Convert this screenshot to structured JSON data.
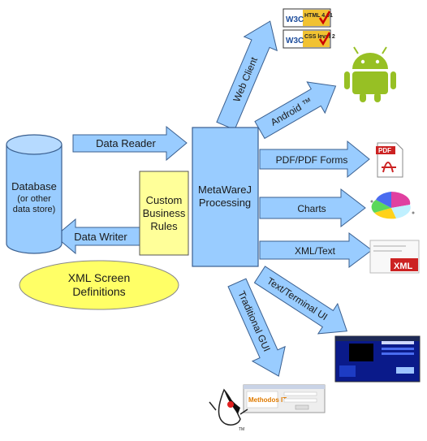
{
  "nodes": {
    "database": [
      "Database",
      "(or other",
      "data store)"
    ],
    "rules": [
      "Custom",
      "Business",
      "Rules"
    ],
    "processing": [
      "MetaWareJ",
      "Processing"
    ],
    "xml_screens": [
      "XML Screen",
      "Definitions"
    ]
  },
  "arrows": {
    "data_reader": "Data Reader",
    "data_writer": "Data Writer",
    "web_client": "Web Client",
    "android": "Android ™",
    "pdf": "PDF/PDF Forms",
    "charts": "Charts",
    "xml_text": "XML/Text",
    "text_terminal": "Text/Terminal UI",
    "traditional_gui": "Traditional GUI"
  },
  "badges": {
    "w3c": "W3C",
    "html": "HTML 4.01",
    "css": "CSS level 2",
    "pdf": "PDF",
    "xml": "XML",
    "methodos": "Methodos IT",
    "tm": "TM"
  },
  "colors": {
    "arrow_fill": "#99ccff",
    "arrow_stroke": "#3a5f8f",
    "database_fill": "#99ccff",
    "rules_fill": "#ffff99",
    "processing_fill": "#99ccff",
    "xml_screens_fill": "#ffff66",
    "android_green": "#97c024",
    "pdf_red": "#cc2222",
    "terminal_blue": "#0a1a8a"
  },
  "icons": [
    "w3c-html-badge-icon",
    "w3c-css-badge-icon",
    "android-robot-icon",
    "pdf-document-icon",
    "pie-chart-icon",
    "xml-document-icon",
    "terminal-screenshot-icon",
    "gui-screenshot-icon",
    "java-duke-icon"
  ]
}
